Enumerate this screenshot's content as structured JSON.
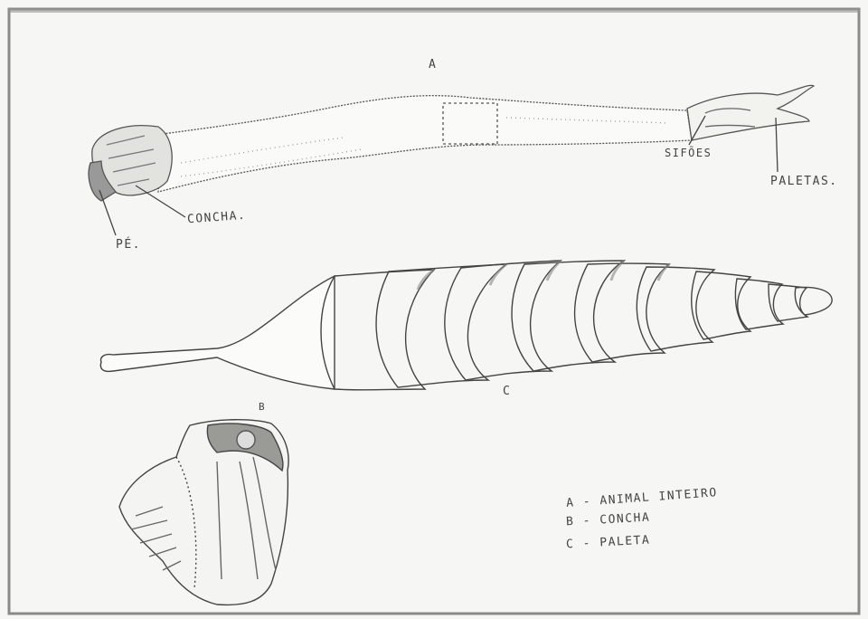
{
  "labels": {
    "a": "A",
    "b": "B",
    "c": "C",
    "pe": "PÉ.",
    "concha": "CONCHA.",
    "sifoes": "SIFÕES",
    "paletas": "PALETAS."
  },
  "legend": [
    {
      "text": "A - ANIMAL INTEIRO"
    },
    {
      "text": "B - CONCHA"
    },
    {
      "text": "C - PALETA"
    }
  ]
}
